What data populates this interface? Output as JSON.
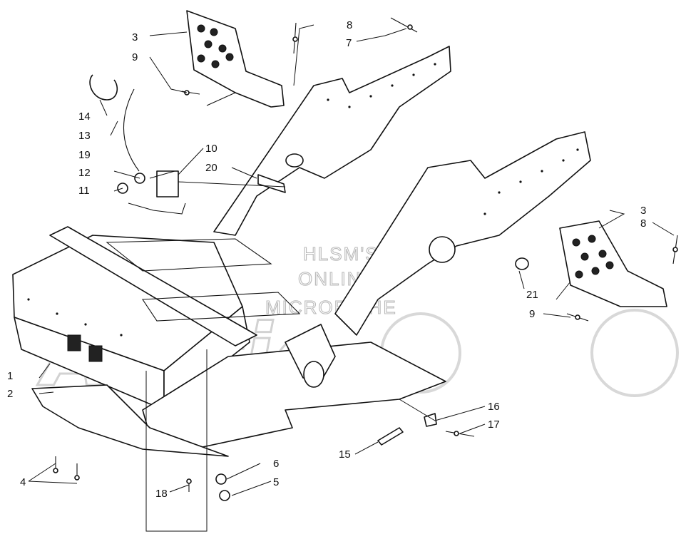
{
  "watermark": {
    "line1": "HLSM'S",
    "line2": "ONLINE",
    "line3": "MICROFICHE"
  },
  "callouts": [
    "1",
    "2",
    "3",
    "3",
    "4",
    "5",
    "6",
    "7",
    "8",
    "8",
    "9",
    "9",
    "10",
    "11",
    "12",
    "13",
    "14",
    "15",
    "16",
    "17",
    "18",
    "19",
    "20",
    "21"
  ],
  "colors": {
    "ink": "#111111",
    "watermark": "#b9b9b9",
    "background": "#ffffff"
  }
}
